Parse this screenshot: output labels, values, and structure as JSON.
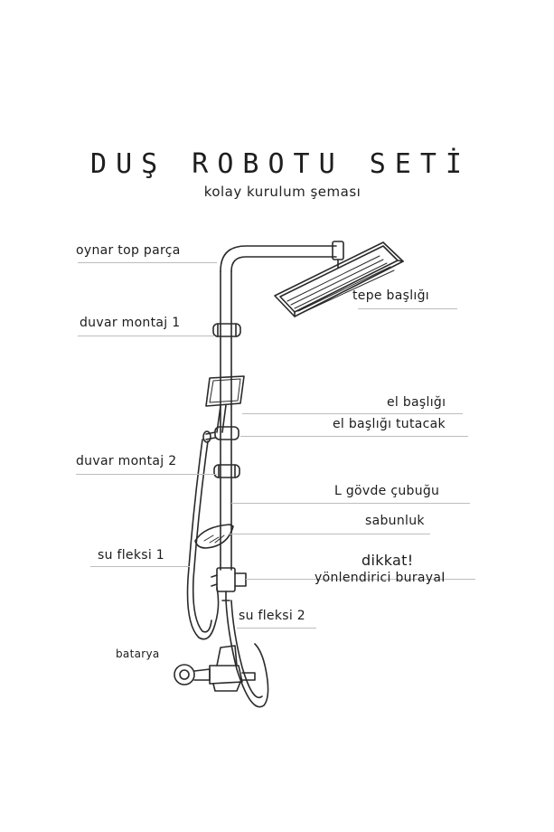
{
  "title": "DUŞ ROBOTU SETİ",
  "subtitle": "kolay kurulum şeması",
  "labels": {
    "oynar_top_parca": "oynar top parça",
    "tepe_basligi": "tepe başlığı",
    "duvar_montaj_1": "duvar montaj 1",
    "el_basligi": "el başlığı",
    "el_basligi_tutacak": "el başlığı tutacak",
    "duvar_montaj_2": "duvar montaj 2",
    "l_govde_cubugu": "L gövde çubuğu",
    "sabunluk": "sabunluk",
    "su_fleksi_1": "su fleksi 1",
    "dikkat": "dikkat!",
    "yonlendirici": "yönlendirici burayaI",
    "su_fleksi_2": "su fleksi 2",
    "batarya": "batarya"
  }
}
